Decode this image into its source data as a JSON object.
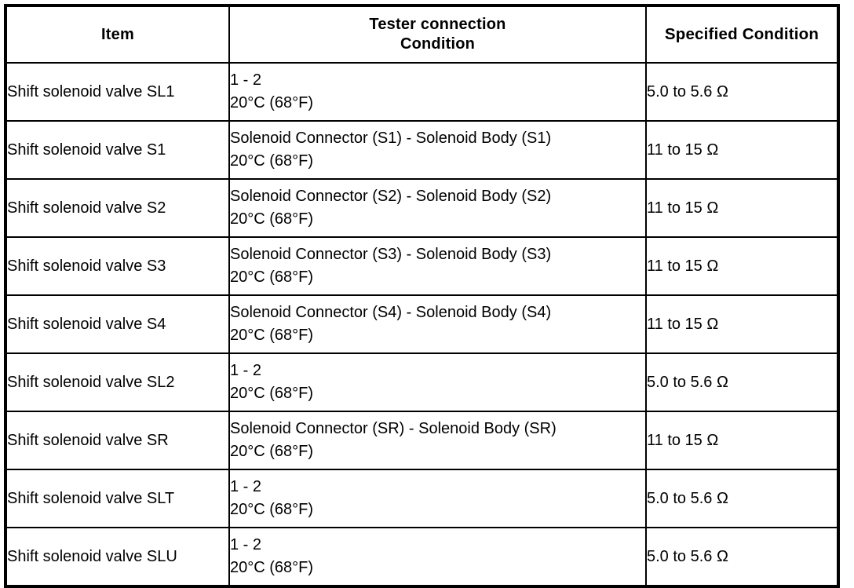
{
  "table": {
    "headers": {
      "item": "Item",
      "tester_line1": "Tester connection",
      "tester_line2": "Condition",
      "specified": "Specified Condition"
    },
    "rows": [
      {
        "item": "Shift solenoid valve SL1",
        "connection": "1 - 2",
        "condition": "20°C (68°F)",
        "specified": "5.0 to 5.6 Ω"
      },
      {
        "item": "Shift solenoid valve S1",
        "connection": "Solenoid Connector (S1) - Solenoid Body (S1)",
        "condition": "20°C (68°F)",
        "specified": "11 to 15 Ω"
      },
      {
        "item": "Shift solenoid valve S2",
        "connection": "Solenoid Connector (S2) - Solenoid Body (S2)",
        "condition": "20°C (68°F)",
        "specified": "11 to 15 Ω"
      },
      {
        "item": "Shift solenoid valve S3",
        "connection": "Solenoid Connector (S3) - Solenoid Body (S3)",
        "condition": "20°C (68°F)",
        "specified": "11 to 15 Ω"
      },
      {
        "item": "Shift solenoid valve S4",
        "connection": "Solenoid Connector (S4) - Solenoid Body (S4)",
        "condition": "20°C (68°F)",
        "specified": "11 to 15 Ω"
      },
      {
        "item": "Shift solenoid valve SL2",
        "connection": "1 - 2",
        "condition": "20°C (68°F)",
        "specified": "5.0 to 5.6 Ω"
      },
      {
        "item": "Shift solenoid valve SR",
        "connection": "Solenoid Connector (SR) - Solenoid Body (SR)",
        "condition": "20°C (68°F)",
        "specified": "11 to 15 Ω"
      },
      {
        "item": "Shift solenoid valve SLT",
        "connection": "1 - 2",
        "condition": "20°C (68°F)",
        "specified": "5.0 to 5.6 Ω"
      },
      {
        "item": "Shift solenoid valve SLU",
        "connection": "1 - 2",
        "condition": "20°C (68°F)",
        "specified": "5.0 to 5.6 Ω"
      }
    ]
  },
  "colors": {
    "border": "#000000",
    "background": "#ffffff",
    "text": "#000000"
  }
}
